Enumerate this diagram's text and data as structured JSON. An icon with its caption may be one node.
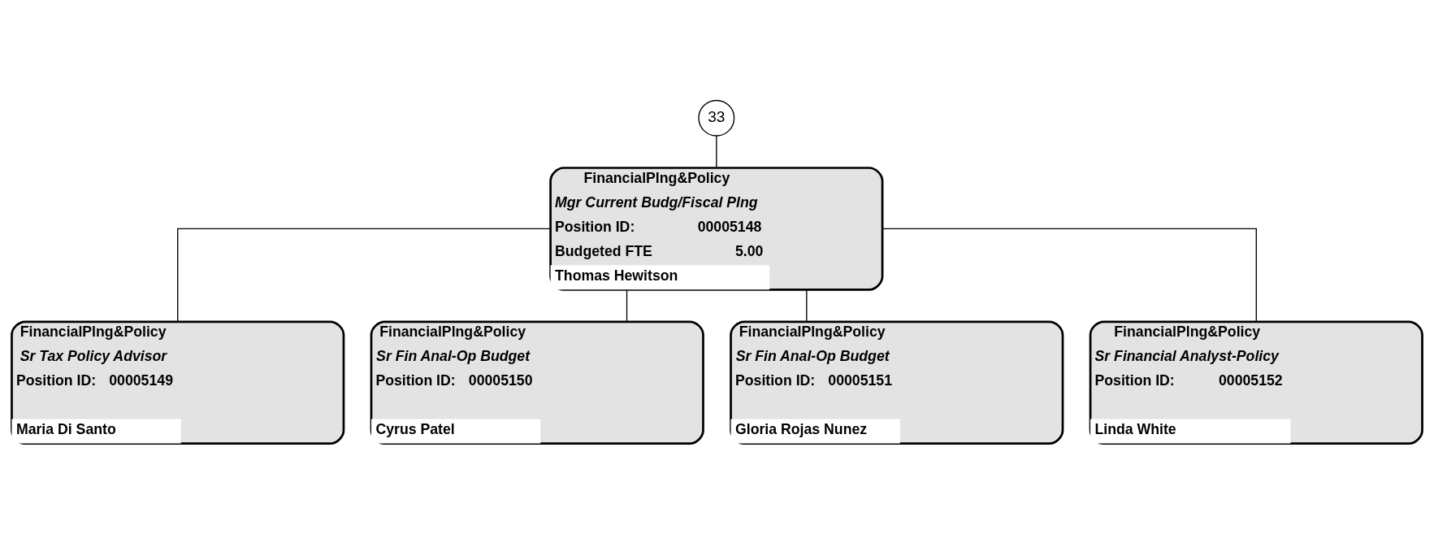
{
  "diagram": {
    "nodes": [
      {
        "text": [
          "33"
        ]
      },
      {
        "text": [
          "FinancialPlng&Policy",
          "Mgr Current Budg/Fiscal Plng",
          "Position ID:",
          "00005148",
          "Budgeted FTE",
          "5.00",
          "Thomas Hewitson"
        ]
      },
      {
        "text": [
          "FinancialPlng&Policy",
          "Sr Tax Policy Advisor",
          "Position ID:",
          "00005149",
          "Maria Di Santo"
        ]
      },
      {
        "text": [
          "FinancialPlng&Policy",
          "Sr Fin Anal-Op Budget",
          "Position ID:",
          "00005150",
          "Cyrus Patel"
        ]
      },
      {
        "text": [
          "FinancialPlng&Policy",
          "Sr Fin Anal-Op Budget",
          "Position ID:",
          "00005151",
          "Gloria Rojas Nunez"
        ]
      },
      {
        "text": [
          "FinancialPlng&Policy",
          "Sr Financial Analyst-Policy",
          "Position ID:",
          "00005152",
          "Linda White"
        ]
      }
    ],
    "edges": [
      {
        "from": 0,
        "to": 1,
        "arrow": "none"
      },
      {
        "from": 1,
        "to": 2,
        "arrow": "none"
      },
      {
        "from": 1,
        "to": 3,
        "arrow": "none"
      },
      {
        "from": 1,
        "to": 4,
        "arrow": "none"
      },
      {
        "from": 1,
        "to": 5,
        "arrow": "none"
      }
    ]
  }
}
